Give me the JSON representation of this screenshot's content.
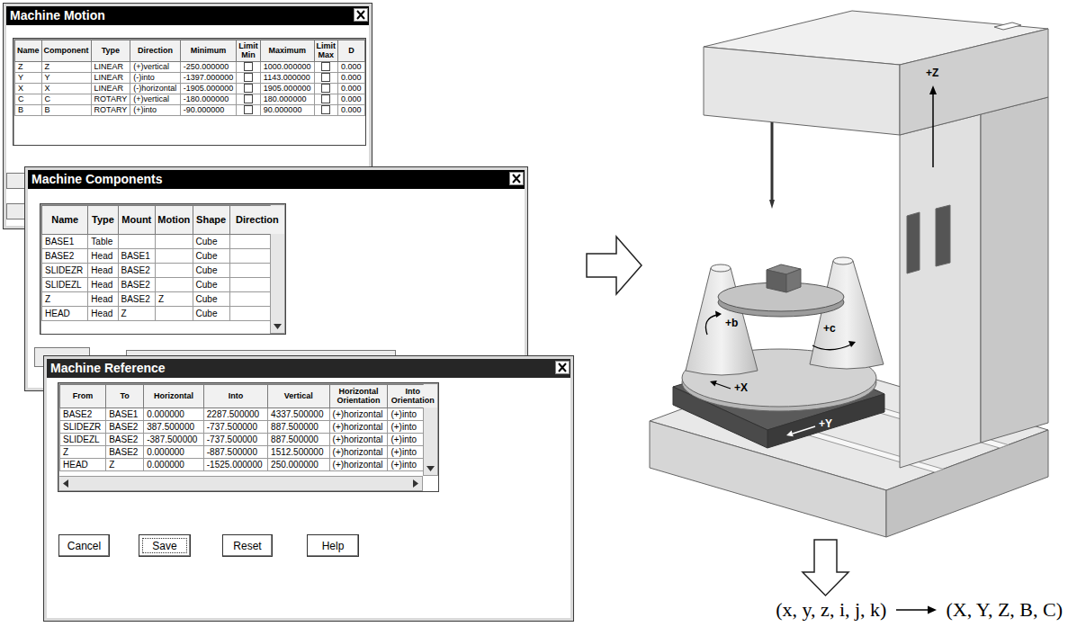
{
  "diagram": {
    "nodes": [
      {
        "text": [
          "Machine Motion"
        ]
      },
      {
        "text": [
          "Machine Components"
        ]
      },
      {
        "text": [
          "Machine Reference"
        ]
      },
      {
        "text": [
          "Cancel"
        ],
        "in": 2
      },
      {
        "text": [
          "Save"
        ],
        "in": 2
      },
      {
        "text": [
          "Reset"
        ],
        "in": 2
      },
      {
        "text": [
          "Help"
        ],
        "in": 2
      }
    ],
    "labels": [
      "Name",
      "Component",
      "Type",
      "Direction",
      "Minimum",
      "Limit Min",
      "Maximum",
      "Limit Max",
      "D",
      "Z",
      "Z",
      "LINEAR",
      "(+)vertical",
      "-250.000000",
      "1000.000000",
      "0.000",
      "Y",
      "Y",
      "LINEAR",
      "(-)into",
      "-1397.000000",
      "1143.000000",
      "0.000",
      "X",
      "X",
      "LINEAR",
      "(-)horizontal",
      "-1905.000000",
      "1905.000000",
      "0.000",
      "C",
      "C",
      "ROTARY",
      "(+)vertical",
      "-180.000000",
      "180.000000",
      "0.000",
      "B",
      "B",
      "ROTARY",
      "(+)into",
      "-90.000000",
      "90.000000",
      "0.000",
      "Name",
      "Type",
      "Mount",
      "Motion",
      "Shape",
      "Direction",
      "BASE1",
      "Table",
      "Cube",
      "BASE2",
      "Head",
      "BASE1",
      "Cube",
      "SLIDEZR",
      "Head",
      "BASE2",
      "Cube",
      "SLIDEZL",
      "Head",
      "BASE2",
      "Cube",
      "Z",
      "Head",
      "BASE2",
      "Z",
      "Cube",
      "HEAD",
      "Head",
      "Z",
      "Cube",
      "From",
      "To",
      "Horizontal",
      "Into",
      "Vertical",
      "Horizontal Orientation",
      "Into Orientation",
      "BASE2",
      "BASE1",
      "0.000000",
      "2287.500000",
      "4337.500000",
      "(+)horizontal",
      "(+)into",
      "SLIDEZR",
      "BASE2",
      "387.500000",
      "-737.500000",
      "887.500000",
      "(+)horizontal",
      "(+)into",
      "SLIDEZL",
      "BASE2",
      "-387.500000",
      "-737.500000",
      "887.500000",
      "(+)horizontal",
      "(+)into",
      "Z",
      "BASE2",
      "0.000000",
      "-887.500000",
      "1512.500000",
      "(+)horizontal",
      "(+)into",
      "HEAD",
      "Z",
      "0.000000",
      "-1525.000000",
      "250.000000",
      "(+)horizontal",
      "(+)into",
      "+Z",
      "+b",
      "+c",
      "+X",
      "+Y",
      "(x, y, z, i, j, k)",
      "(X, Y, Z, B, C)"
    ]
  }
}
